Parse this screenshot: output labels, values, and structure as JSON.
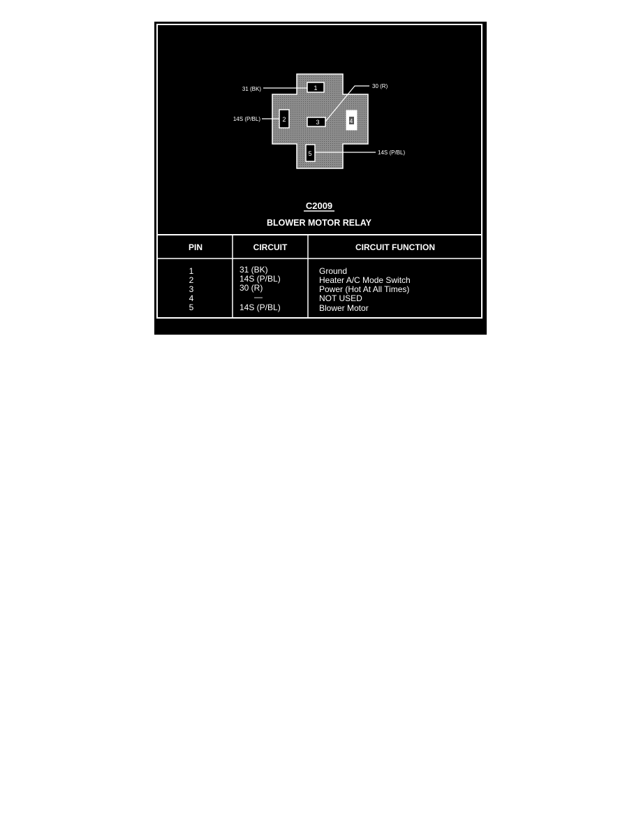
{
  "connector": {
    "id": "C2009",
    "name": "BLOWER MOTOR RELAY",
    "cavities": [
      {
        "label": "1",
        "wire": "31 (BK)"
      },
      {
        "label": "2",
        "wire": "14S (P/BL)"
      },
      {
        "label": "3",
        "wire": "30 (R)"
      },
      {
        "label": "4",
        "wire": ""
      },
      {
        "label": "5",
        "wire": "14S (P/BL)"
      }
    ]
  },
  "table": {
    "headers": [
      "PIN",
      "CIRCUIT",
      "CIRCUIT FUNCTION"
    ],
    "pins": [
      "1",
      "2",
      "3",
      "4",
      "5"
    ],
    "circuits": [
      "31 (BK)",
      "14S (P/BL)",
      "30 (R)",
      "—",
      "14S (P/BL)"
    ],
    "functions": [
      "Ground",
      "Heater A/C Mode Switch",
      "Power (Hot At All Times)",
      "NOT USED",
      "Blower Motor"
    ]
  },
  "colors": {
    "background": "#000000",
    "line": "#ffffff",
    "connector_fill": "#8c8c8c",
    "pin_fill": "#000000"
  }
}
